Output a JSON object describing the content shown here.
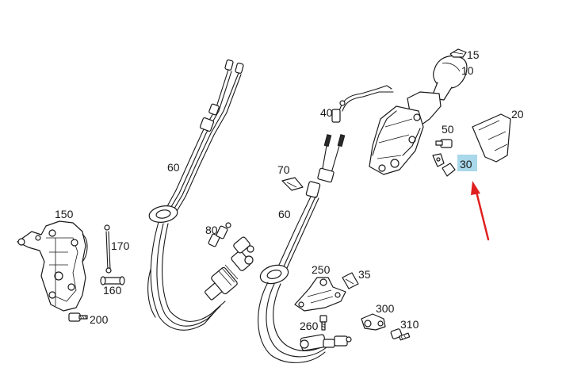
{
  "labels": {
    "p15": "15",
    "p10": "10",
    "p20": "20",
    "p40": "40",
    "p50": "50",
    "p30": "30",
    "p60a": "60",
    "p60b": "60",
    "p70": "70",
    "p80": "80",
    "p150": "150",
    "p170": "170",
    "p160": "160",
    "p200": "200",
    "p250": "250",
    "p35": "35",
    "p300": "300",
    "p260": "260",
    "p310": "310"
  },
  "colors": {
    "line": "#1a1a1a",
    "highlight": "#a8d8ea",
    "arrow": "#e02020"
  }
}
